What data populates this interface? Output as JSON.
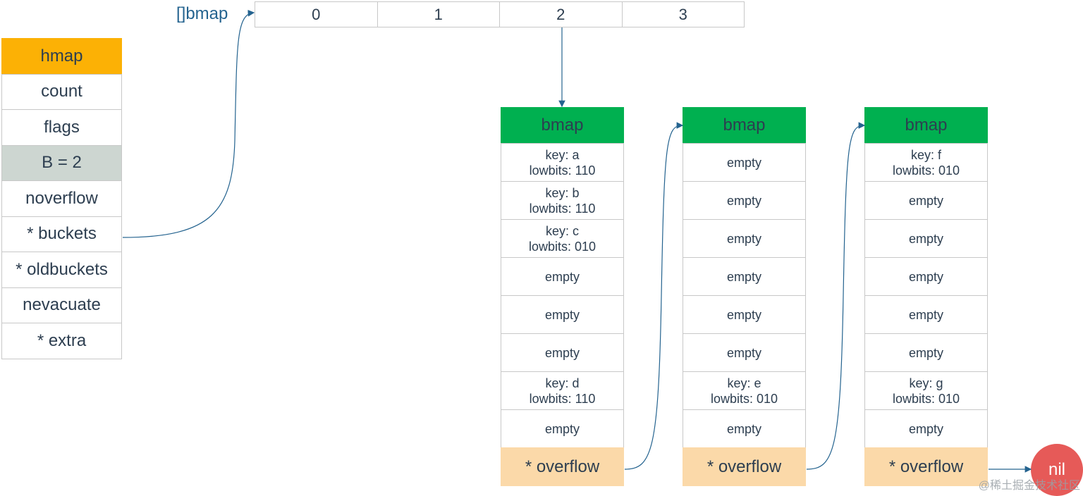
{
  "hmap": {
    "title": "hmap",
    "fields": [
      "count",
      "flags",
      "B = 2",
      "noverflow",
      "* buckets",
      "* oldbuckets",
      "nevacuate",
      "* extra"
    ]
  },
  "bucket_array": {
    "label": "[]bmap",
    "slots": [
      "0",
      "1",
      "2",
      "3"
    ]
  },
  "bmaps": [
    {
      "title": "bmap",
      "cells": [
        {
          "key": "key: a",
          "bits": "lowbits: 110"
        },
        {
          "key": "key: b",
          "bits": "lowbits: 110"
        },
        {
          "key": "key: c",
          "bits": "lowbits: 010"
        },
        {
          "key": "empty",
          "bits": ""
        },
        {
          "key": "empty",
          "bits": ""
        },
        {
          "key": "empty",
          "bits": ""
        },
        {
          "key": "key: d",
          "bits": "lowbits: 110"
        },
        {
          "key": "empty",
          "bits": ""
        }
      ],
      "overflow": "* overflow"
    },
    {
      "title": "bmap",
      "cells": [
        {
          "key": "empty",
          "bits": ""
        },
        {
          "key": "empty",
          "bits": ""
        },
        {
          "key": "empty",
          "bits": ""
        },
        {
          "key": "empty",
          "bits": ""
        },
        {
          "key": "empty",
          "bits": ""
        },
        {
          "key": "empty",
          "bits": ""
        },
        {
          "key": "key: e",
          "bits": "lowbits: 010"
        },
        {
          "key": "empty",
          "bits": ""
        }
      ],
      "overflow": "* overflow"
    },
    {
      "title": "bmap",
      "cells": [
        {
          "key": "key: f",
          "bits": "lowbits: 010"
        },
        {
          "key": "empty",
          "bits": ""
        },
        {
          "key": "empty",
          "bits": ""
        },
        {
          "key": "empty",
          "bits": ""
        },
        {
          "key": "empty",
          "bits": ""
        },
        {
          "key": "empty",
          "bits": ""
        },
        {
          "key": "key: g",
          "bits": "lowbits: 010"
        },
        {
          "key": "empty",
          "bits": ""
        }
      ],
      "overflow": "* overflow"
    }
  ],
  "nil": "nil",
  "watermark": "@稀土掘金技术社区",
  "colors": {
    "hmap_header": "#fcb105",
    "shaded_field": "#cdd6d1",
    "bmap_header": "#00b050",
    "overflow": "#fbd9a9",
    "nil": "#e65a58",
    "arrow": "#24638f"
  }
}
